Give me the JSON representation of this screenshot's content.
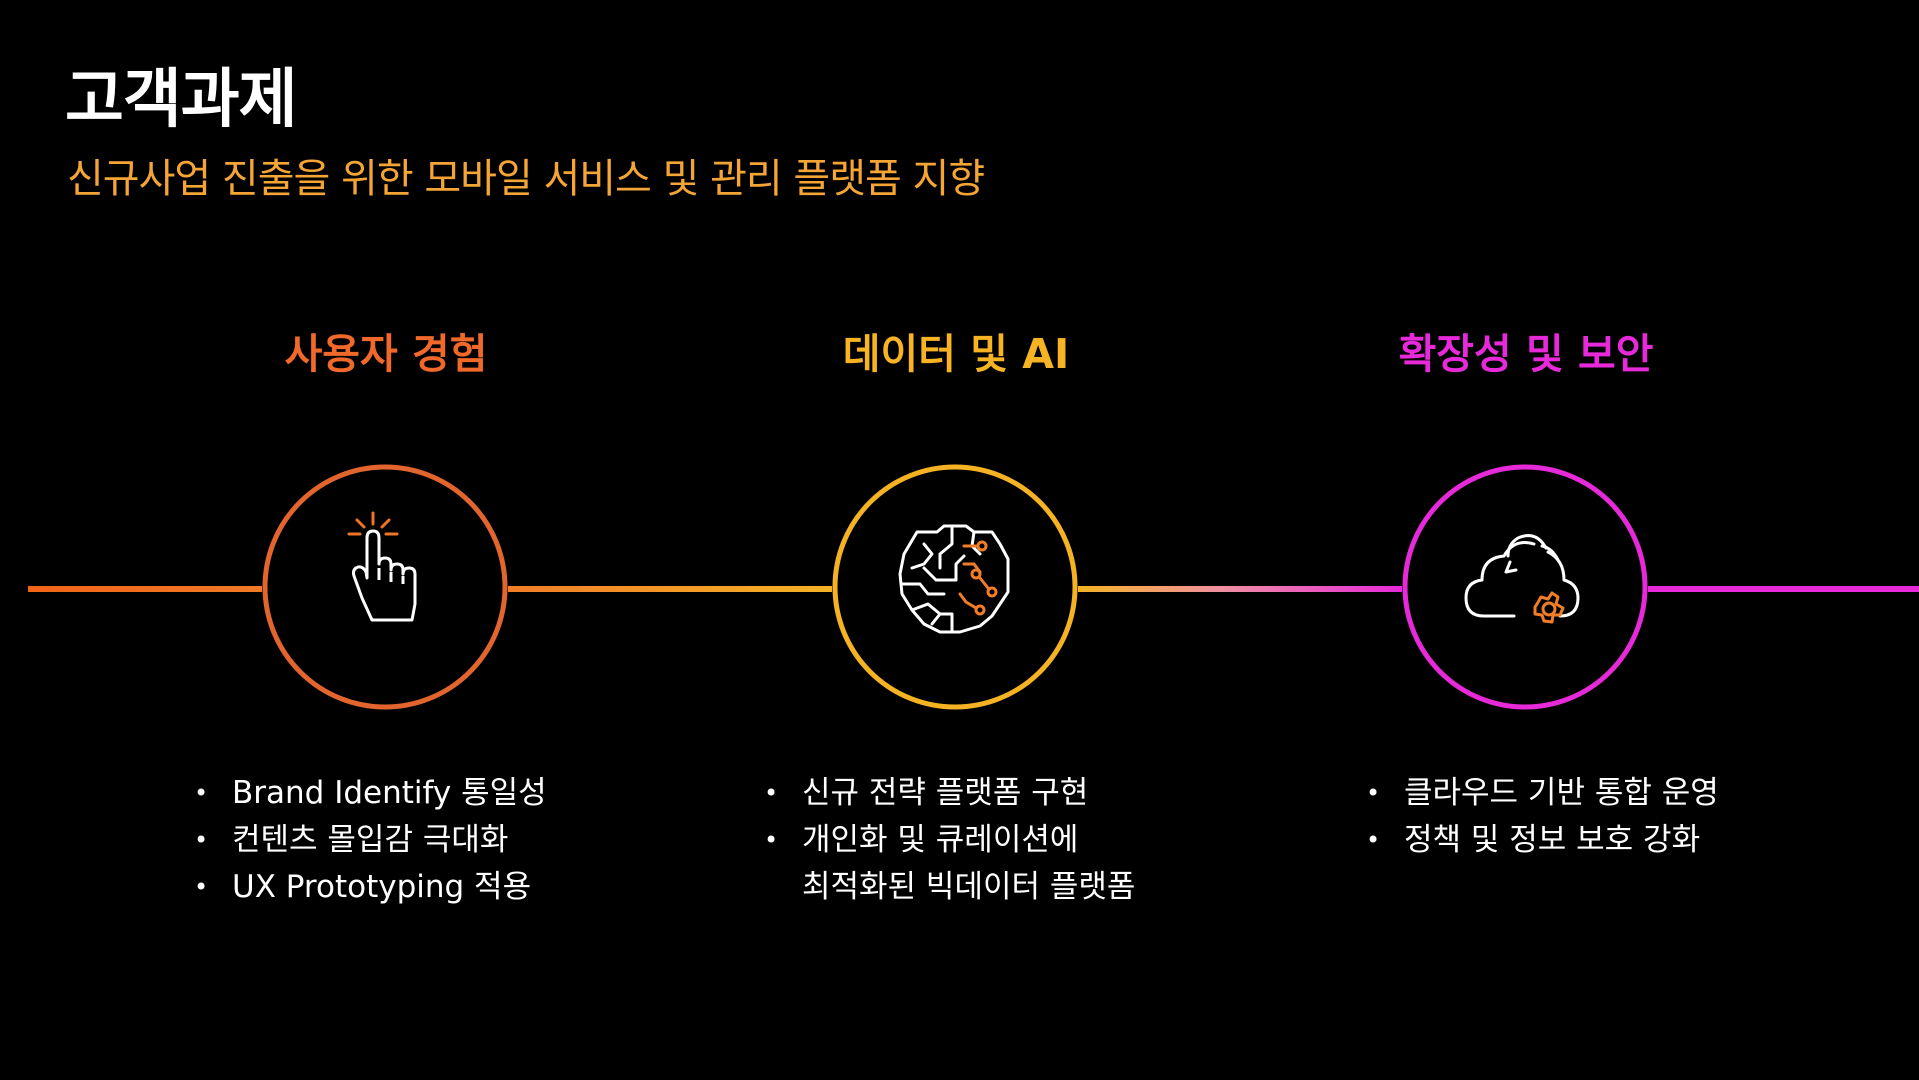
{
  "page": {
    "title": "고객과제",
    "subtitle": "신규사업 진출을 위한 모바일 서비스 및 관리 플랫폼 지향"
  },
  "colors": {
    "background": "#000000",
    "subtitle": "#f4a535",
    "orange": "#f26b21",
    "amber": "#f6b72a",
    "magenta": "#e62ad9",
    "text": "#ffffff"
  },
  "columns": [
    {
      "heading": "사용자 경험",
      "color": "#f0682a",
      "icon": "pointing-hand-icon",
      "bullets": [
        "Brand Identify 통일성",
        "컨텐츠 몰입감 극대화",
        "UX Prototyping 적용"
      ]
    },
    {
      "heading": "데이터 및 AI",
      "color": "#f6b324",
      "icon": "brain-circuit-icon",
      "bullets": [
        "신규 전략 플랫폼 구현",
        "개인화 및 큐레이션에",
        "최적화된 빅데이터 플랫폼"
      ]
    },
    {
      "heading": "확장성 및 보안",
      "color": "#e62ad9",
      "icon": "cloud-gear-icon",
      "bullets": [
        "클라우드 기반 통합 운영",
        "정책 및 정보 보호 강화"
      ]
    }
  ]
}
